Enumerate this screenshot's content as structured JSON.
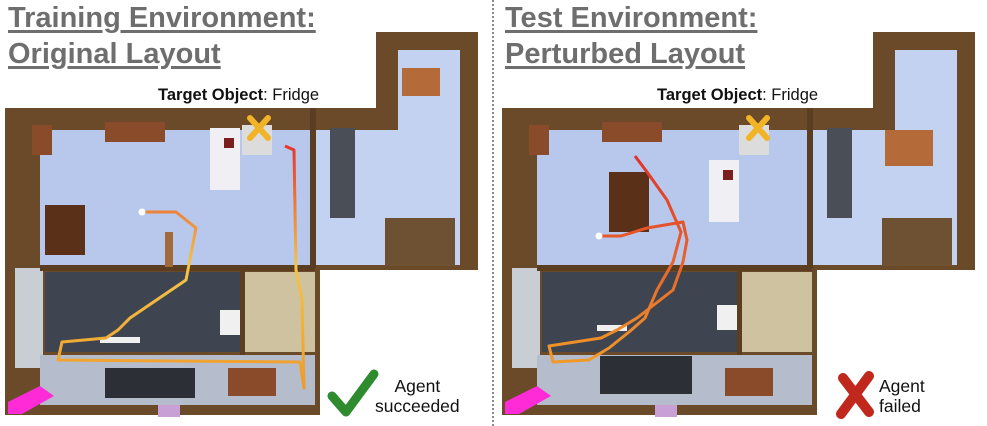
{
  "left": {
    "title_line1": "Training Environment:",
    "title_line2": "Original Layout",
    "target_label": "Target Object",
    "target_value": ": Fridge",
    "outcome_line1": "Agent",
    "outcome_line2": "succeeded"
  },
  "right": {
    "title_line1": "Test Environment:",
    "title_line2": "Perturbed Layout",
    "target_label": "Target Object",
    "target_value": ": Fridge",
    "outcome_line1": "Agent",
    "outcome_line2": "failed"
  },
  "colors": {
    "floor": "#b7c8ec",
    "wall": "#5b3d22",
    "bathroom_floor": "#3f4550",
    "path_start": "#f3e27a",
    "path_end": "#e0322a",
    "target_mark": "#f2b427",
    "success_mark": "#2e8b2e",
    "fail_mark": "#c0281e",
    "agent_marker": "#ff2bd6"
  },
  "icons": {
    "target": "x-mark-icon",
    "success": "check-mark-icon",
    "failure": "cross-mark-icon",
    "agent": "agent-start-icon"
  }
}
